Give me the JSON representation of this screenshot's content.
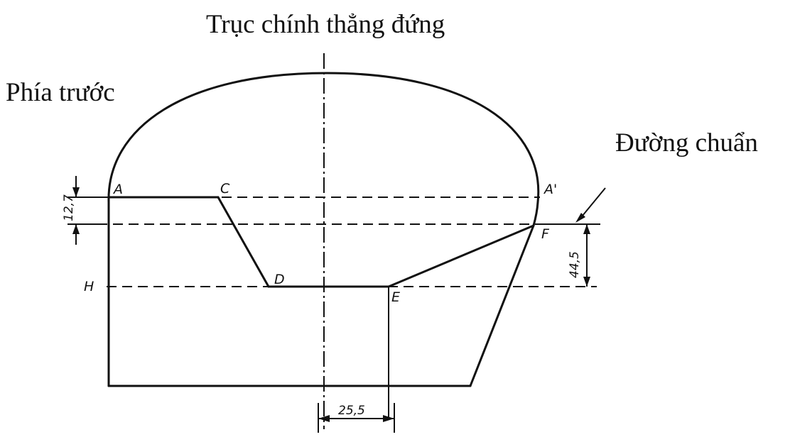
{
  "labels": {
    "vertical_axis": "Trục chính thẳng đứng",
    "front": "Phía trước",
    "reference_line": "Đường chuẩn"
  },
  "points": {
    "A": "A",
    "A_prime": "A'",
    "C": "C",
    "D": "D",
    "E": "E",
    "F": "F",
    "H": "H"
  },
  "dimensions": {
    "upper_gap": "12,7",
    "right_height": "44,5",
    "bottom_width": "25,5"
  }
}
